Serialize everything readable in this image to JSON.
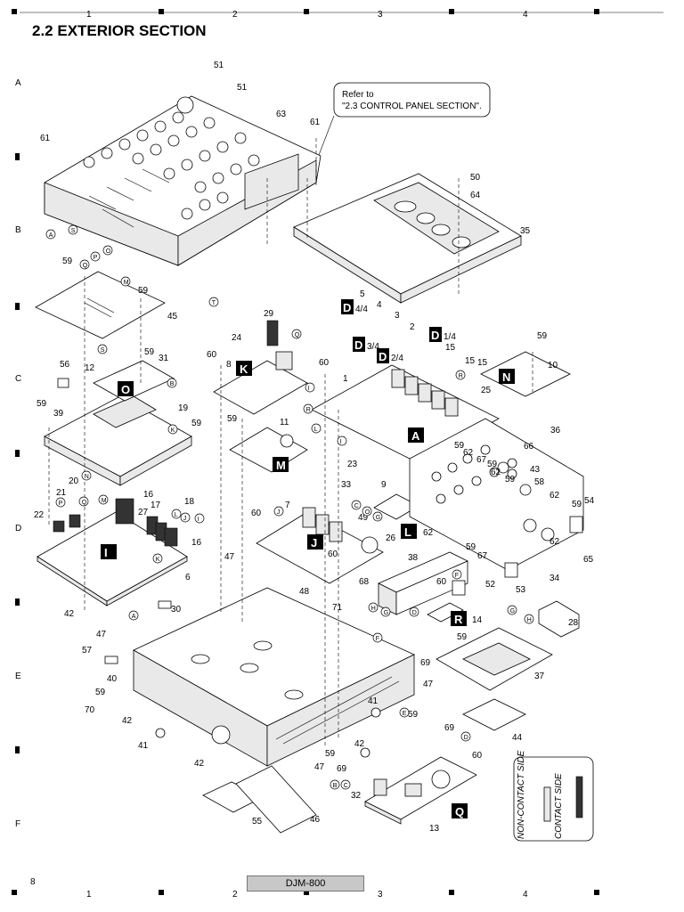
{
  "page": {
    "section_title": "2.2  EXTERIOR SECTION",
    "page_number": "8",
    "model": "DJM-800"
  },
  "grid": {
    "columns": [
      "1",
      "2",
      "3",
      "4"
    ],
    "rows": [
      "A",
      "B",
      "C",
      "D",
      "E",
      "F"
    ]
  },
  "callout": {
    "line1": "Refer to",
    "line2": "\"2.3 CONTROL PANEL SECTION\"."
  },
  "boards": [
    "A",
    "I",
    "J",
    "K",
    "L",
    "M",
    "N",
    "O",
    "Q",
    "R"
  ],
  "d_boards": [
    "D4/4",
    "D3/4",
    "D2/4",
    "D1/4"
  ],
  "parts": [
    "1",
    "2",
    "3",
    "4",
    "5",
    "6",
    "7",
    "8",
    "9",
    "10",
    "11",
    "12",
    "13",
    "14",
    "15",
    "16",
    "17",
    "18",
    "19",
    "20",
    "21",
    "22",
    "23",
    "24",
    "25",
    "26",
    "27",
    "28",
    "29",
    "30",
    "31",
    "32",
    "33",
    "34",
    "35",
    "36",
    "37",
    "38",
    "39",
    "40",
    "41",
    "42",
    "43",
    "44",
    "45",
    "46",
    "47",
    "48",
    "49",
    "50",
    "51",
    "52",
    "53",
    "54",
    "55",
    "56",
    "57",
    "58",
    "59",
    "60",
    "61",
    "62",
    "63",
    "64",
    "65",
    "66",
    "67",
    "68",
    "69",
    "70",
    "71"
  ],
  "connector_marks": [
    "A",
    "B",
    "C",
    "D",
    "E",
    "F",
    "G",
    "H",
    "I",
    "J",
    "K",
    "L",
    "M",
    "N",
    "O",
    "P",
    "Q",
    "R",
    "S",
    "T"
  ],
  "legend": {
    "non_contact": "NON-CONTACT SIDE",
    "contact": "CONTACT SIDE"
  }
}
